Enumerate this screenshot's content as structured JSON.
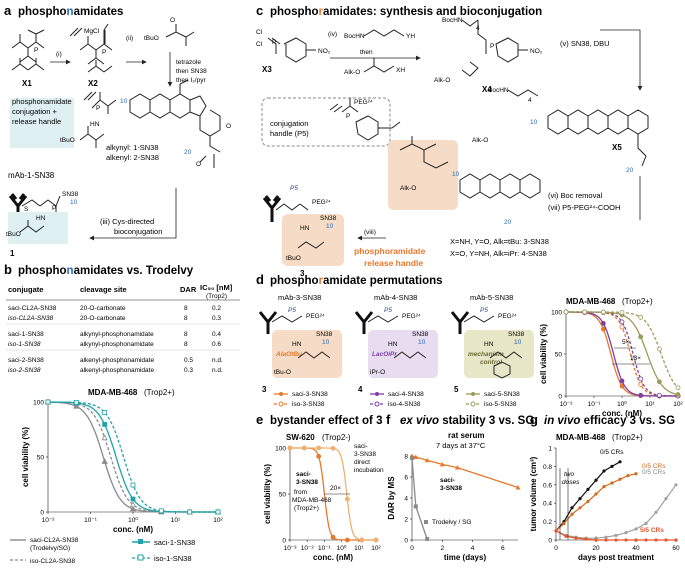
{
  "colors": {
    "blue": "#2a6ab4",
    "orange": "#e8782c",
    "purple": "#7b3fa6",
    "olive": "#9a9a5a",
    "teal": "#1fa3a8",
    "gray": "#8a8a8a",
    "peach": "#f6dcc6",
    "lavender": "#e8dcf1",
    "khaki": "#e7e6c6",
    "tealbg": "#dff0f2"
  },
  "a": {
    "letter": "a",
    "title_pre": "phospho",
    "title_hi": "n",
    "title_post": "amidates",
    "x1": "X1",
    "x2": "X2",
    "i": "(i)",
    "ii": "(ii)",
    "mgcl": "MgCl",
    "tbuo": "tBuO",
    "step_ii": [
      "tetrazole",
      "then SN38",
      "then I₂/pyr"
    ],
    "handle_label": [
      "phosphonamidate",
      "conjugation +",
      "release handle"
    ],
    "alkynyl": "alkynyl: 1-SN38",
    "alkenyl": "alkenyl: 2-SN38",
    "mab": "mAb-1-SN38",
    "iii": "(iii) Cys-directed",
    "iii2": "bioconjugation",
    "num1": "1",
    "sn38": "SN38",
    "n10": "10",
    "n20": "20",
    "hn": "HN",
    "o": "O",
    "p": "P",
    "s": "S"
  },
  "b": {
    "letter": "b",
    "title_pre": "phospho",
    "title_hi": "n",
    "title_post": "amidates vs. Trodelvy",
    "headers": [
      "conjugate",
      "cleavage site",
      "DAR",
      "IC₅₀ [nM]",
      "(Trop2)"
    ],
    "rows": [
      [
        "saci-CL2A-SN38",
        "20-O-carbonate",
        "8",
        "0.2"
      ],
      [
        "iso-CL2A-SN38",
        "20-O-carbonate",
        "8",
        "0.3"
      ],
      [
        "saci-1-SN38",
        "alkynyl-phosphonamidate",
        "8",
        "0.4"
      ],
      [
        "iso-1-SN38",
        "alkynyl-phosphonamidate",
        "8",
        "0.6"
      ],
      [
        "saci-2-SN38",
        "alkenyl-phosphonamidate",
        "0.5",
        "n.d."
      ],
      [
        "iso-2-SN38",
        "alkenyl-phosphonamidate",
        "0.3",
        "n.d."
      ]
    ],
    "chart_title": "MDA-MB-468",
    "chart_sub": "(Trop2+)",
    "legend": [
      "saci-CL2A-SN38",
      "(Trodelvy/SG)",
      "iso-CL2A-SN38",
      "saci-1-SN38",
      "iso-1-SN38"
    ]
  },
  "c": {
    "letter": "c",
    "title_pre": "phospho",
    "title_hi": "r",
    "title_post": "amidates: synthesis and bioconjugation",
    "x3": "X3",
    "x4": "X4",
    "x5": "X5",
    "iv": "(iv)",
    "bochn": "BocHN",
    "yh": "YH",
    "then": "then",
    "alko": "Alk-O",
    "xh": "XH",
    "step_v": "(v) SN38, DBU",
    "handle": "conjugation",
    "handle2": "handle (P5)",
    "peg": "PEG²⁴",
    "step_vi": "(vi) Boc removal",
    "step_vii": "(vii) P5-PEG²⁴-COOH",
    "step_viii": "(viii)",
    "release": "phosphoramidate",
    "release2": "release handle",
    "def3": "X=NH, Y=O, Alk=tBu: 3-SN38",
    "def4": "X=O, Y=NH, Alk=iPr: 4-SN38",
    "n4": "4",
    "num3": "3",
    "p5": "P5",
    "no2": "NO₂",
    "cl": "Cl"
  },
  "d": {
    "letter": "d",
    "title_pre": "phospho",
    "title_hi": "r",
    "title_post": "amidate permutations",
    "mabs": [
      "mAb-3-SN38",
      "mAb-4-SN38",
      "mAb-5-SN38"
    ],
    "tags": [
      "AlaOtBu",
      "LacOiPr",
      "mechanism"
    ],
    "tag3b": "control",
    "nums": [
      "3",
      "4",
      "5"
    ],
    "leg3": [
      "saci-3-SN38",
      "iso-3-SN38"
    ],
    "leg4": [
      "saci-4-SN38",
      "iso-4-SN38"
    ],
    "leg5": [
      "saci-5-SN38",
      "iso-5-SN38"
    ],
    "chart_title": "MDA-MB-468",
    "chart_sub": "(Trop2+)",
    "fold5": "5×",
    "fold13": "13×",
    "ipro": "iPr-O",
    "tbuo": "tBu-O"
  },
  "e": {
    "letter": "e",
    "title": "bystander effect of",
    "title_num": "3",
    "cell": "SW-620",
    "cell_sub": "(Trop2-)",
    "lab1": [
      "saci-",
      "3-SN38",
      "from",
      "MDA-MB-468",
      "(Trop2+)"
    ],
    "lab2": [
      "saci-",
      "3-SN38",
      "direct",
      "incubation"
    ],
    "fold": "20×"
  },
  "f": {
    "letter": "f",
    "title_pre": "ex vivo",
    "title_post": " stability",
    "title_num": "3",
    "title_vs": "vs. SG",
    "sub1": "rat serum",
    "sub2": "7 days at 37°C",
    "lab1": [
      "saci-",
      "3-SN38"
    ],
    "lab2": "Trodelvy / SG"
  },
  "g": {
    "letter": "g",
    "title_pre": "in vivo",
    "title_post": " efficacy",
    "title_num": "3",
    "title_vs": "vs. SG",
    "cell": "MDA-MB-468",
    "cell_sub": "(Trop2+)",
    "crs": [
      "0/5 CRs",
      "0/5 CRs",
      "0/5 CRs",
      "5/5 CRs"
    ],
    "doses": [
      "two",
      "doses"
    ]
  },
  "chart_data": [
    {
      "type": "line",
      "title": "MDA-MB-468 (Trop2+)",
      "xlabel": "conc. (nM)",
      "ylabel": "cell viability (%)",
      "xscale": "log",
      "xlim": [
        0.01,
        100
      ],
      "ylim": [
        0,
        100
      ],
      "x_ticks": [
        "10⁻²",
        "10⁻¹",
        "10⁰",
        "10¹",
        "10²"
      ],
      "y_ticks": [
        0,
        50,
        100
      ],
      "series": [
        {
          "name": "saci-CL2A-SN38 (Trodelvy/SG)",
          "ic50": 0.2
        },
        {
          "name": "iso-CL2A-SN38",
          "ic50": 0.3
        },
        {
          "name": "saci-1-SN38",
          "ic50": 0.4
        },
        {
          "name": "iso-1-SN38",
          "ic50": 0.6
        }
      ]
    },
    {
      "type": "line",
      "title": "MDA-MB-468 (Trop2+)",
      "xlabel": "conc. (nM)",
      "ylabel": "cell viability (%)",
      "xscale": "log",
      "xlim": [
        0.01,
        100
      ],
      "ylim": [
        0,
        100
      ],
      "x_ticks": [
        "10⁻²",
        "10⁻¹",
        "10⁰",
        "10¹",
        "10²"
      ],
      "y_ticks": [
        0,
        50,
        100
      ],
      "annotations": [
        "5×",
        "13×"
      ],
      "series": [
        {
          "name": "saci-3-SN38",
          "ic50": 0.4
        },
        {
          "name": "iso-3-SN38",
          "ic50": 2.0
        },
        {
          "name": "saci-4-SN38",
          "ic50": 0.5
        },
        {
          "name": "iso-4-SN38",
          "ic50": 2.5
        },
        {
          "name": "saci-5-SN38",
          "ic50": 8
        },
        {
          "name": "iso-5-SN38",
          "ic50": 25
        }
      ]
    },
    {
      "type": "line",
      "title": "SW-620 (Trop2-)",
      "xlabel": "conc. (nM)",
      "ylabel": "cell viability (%)",
      "xscale": "log",
      "xlim": [
        0.001,
        100
      ],
      "ylim": [
        0,
        100
      ],
      "x_ticks": [
        "10⁻³",
        "10⁻²",
        "10⁻¹",
        "10⁰",
        "10¹",
        "10²"
      ],
      "y_ticks": [
        0,
        50,
        100
      ],
      "annotations": [
        "20×"
      ],
      "series": [
        {
          "name": "saci-3-SN38 from MDA-MB-468 (Trop2+)",
          "ic50": 0.1
        },
        {
          "name": "saci-3-SN38 direct incubation",
          "ic50": 2.0
        }
      ]
    },
    {
      "type": "line",
      "title": "rat serum, 7 days at 37°C",
      "xlabel": "time (days)",
      "ylabel": "DAR by MS",
      "xlim": [
        0,
        7
      ],
      "ylim": [
        0,
        8
      ],
      "x_ticks": [
        0,
        2,
        4,
        6
      ],
      "y_ticks": [
        0,
        2,
        4,
        6,
        8
      ],
      "series": [
        {
          "name": "saci-3-SN38",
          "x": [
            0,
            0.25,
            1,
            2,
            3,
            7
          ],
          "y": [
            8,
            7.9,
            7.6,
            7.2,
            6.9,
            5.0
          ]
        },
        {
          "name": "Trodelvy / SG",
          "x": [
            0,
            0.25,
            1
          ],
          "y": [
            7.8,
            3.2,
            0.1
          ]
        }
      ]
    },
    {
      "type": "line",
      "title": "MDA-MB-468 (Trop2+)",
      "xlabel": "days post treatment",
      "ylabel": "tumor volume (cm³)",
      "xlim": [
        0,
        60
      ],
      "ylim": [
        0,
        1.0
      ],
      "x_ticks": [
        0,
        20,
        40,
        60
      ],
      "y_ticks": [
        0,
        0.2,
        0.4,
        0.6,
        0.8,
        1.0
      ],
      "series": [
        {
          "name": "vehicle (0/5 CRs)",
          "x": [
            0,
            4,
            8,
            12,
            16,
            20,
            24,
            28,
            32
          ],
          "y": [
            0.1,
            0.2,
            0.35,
            0.45,
            0.55,
            0.65,
            0.75,
            0.8,
            0.85
          ]
        },
        {
          "name": "0/5 CRs",
          "x": [
            0,
            4,
            8,
            12,
            16,
            20,
            24,
            28,
            32,
            36,
            40
          ],
          "y": [
            0.1,
            0.18,
            0.28,
            0.35,
            0.42,
            0.5,
            0.58,
            0.62,
            0.66,
            0.7,
            0.72
          ]
        },
        {
          "name": "SG (0/5 CRs)",
          "x": [
            0,
            5,
            10,
            15,
            20,
            25,
            30,
            35,
            40,
            45,
            50,
            55,
            60
          ],
          "y": [
            0.1,
            0.05,
            0.03,
            0.02,
            0.02,
            0.03,
            0.05,
            0.08,
            0.12,
            0.18,
            0.3,
            0.45,
            0.6
          ]
        },
        {
          "name": "saci-3-SN38 (5/5 CRs)",
          "x": [
            0,
            5,
            10,
            15,
            20,
            25,
            30,
            35,
            40,
            45,
            50,
            55,
            60
          ],
          "y": [
            0.1,
            0.04,
            0.02,
            0.01,
            0.0,
            0.0,
            0.0,
            0.0,
            0.0,
            0.0,
            0.0,
            0.0,
            0.0
          ]
        }
      ]
    }
  ]
}
